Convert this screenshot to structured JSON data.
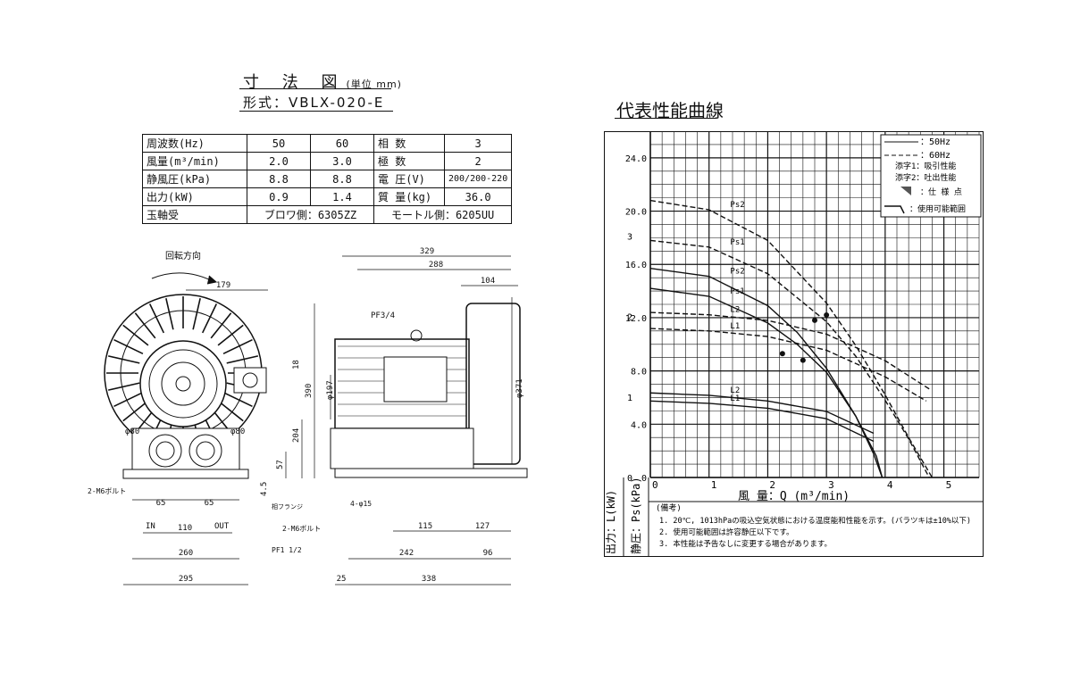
{
  "header": {
    "dim_title": "寸 法 図",
    "dim_unit": "(単位 mm)",
    "model": "形式：VBLX-020-E",
    "perf_title": "代表性能曲線"
  },
  "spec_table": {
    "rows": [
      [
        "周波数(Hz)",
        "50",
        "60",
        "相 数",
        "3"
      ],
      [
        "風量(m³/min)",
        "2.0",
        "3.0",
        "極 数",
        "2"
      ],
      [
        "静風圧(kPa)",
        "8.8",
        "8.8",
        "電 圧(V)",
        "200/200-220"
      ],
      [
        "出力(kW)",
        "0.9",
        "1.4",
        "質 量(kg)",
        "36.0"
      ]
    ],
    "bearing": {
      "label": "玉軸受",
      "blower": "ブロワ側：6305ZZ",
      "motor": "モートル側：6205UU"
    }
  },
  "drawing": {
    "rotation_label": "回転方向",
    "dims": {
      "d179": "179",
      "d329": "329",
      "d288": "288",
      "d104": "104",
      "d390": "390",
      "d204": "204",
      "d57": "57",
      "d18": "18",
      "d4_5": "4.5",
      "phi197": "φ197",
      "phi371": "φ371",
      "phi80a": "φ80",
      "phi80b": "φ80",
      "pf34": "PF3/4",
      "m6a": "2-M6ボルト",
      "m6b": "2-M6ボルト",
      "d65a": "65",
      "d65b": "65",
      "in": "IN",
      "d110": "110",
      "out": "OUT",
      "d260": "260",
      "d295": "295",
      "pf112": "PF1 1/2",
      "flange": "相フランジ",
      "holes": "4-φ15",
      "d115": "115",
      "d127": "127",
      "d242": "242",
      "d96": "96",
      "d25": "25",
      "d338": "338"
    }
  },
  "chart_data": {
    "type": "line",
    "xlabel": "風 量：Q (m³/min)",
    "ylabel_right": "静圧：Ps(kPa)",
    "ylabel_left": "出力：L(kW)",
    "x_ticks": [
      "0",
      "1",
      "2",
      "3",
      "4",
      "5"
    ],
    "ps_ticks": [
      "0",
      "4.0",
      "8.0",
      "12.0",
      "16.0",
      "20.0",
      "24.0"
    ],
    "l_ticks": [
      "0",
      "1",
      "2",
      "3"
    ],
    "xlim": [
      0,
      5.6
    ],
    "ps_ylim": [
      0,
      26
    ],
    "l_ylim": [
      0,
      4.3
    ],
    "legend": {
      "solid": "：50Hz",
      "dashed": "：60Hz",
      "sub1": "添字1：吸引性能",
      "sub2": "添字2：吐出性能",
      "spec_point": "：仕 様 点",
      "range": "：使用可能範囲"
    },
    "series": [
      {
        "name": "Ps1",
        "unit": "kPa",
        "x": [
          0,
          1,
          2,
          2.5,
          3,
          3.5,
          3.85,
          3.95
        ],
        "y": [
          14.2,
          13.6,
          11.6,
          10.0,
          7.9,
          4.6,
          1.6,
          0
        ]
      },
      {
        "name": "Ps2",
        "unit": "kPa",
        "x": [
          0,
          1,
          2,
          2.5,
          3,
          3.5,
          3.8,
          3.95
        ],
        "y": [
          15.7,
          15.1,
          12.9,
          10.9,
          8.2,
          4.6,
          1.8,
          0
        ]
      },
      {
        "name": "Ps1",
        "unit": "kPa",
        "x": [
          0,
          1,
          2,
          3,
          3.5,
          4,
          4.4,
          4.75
        ],
        "y": [
          17.8,
          17.3,
          15.3,
          11.7,
          9.1,
          5.8,
          2.9,
          0
        ]
      },
      {
        "name": "Ps2",
        "unit": "kPa",
        "x": [
          0,
          1,
          2,
          3,
          3.5,
          4,
          4.4,
          4.8
        ],
        "y": [
          20.8,
          20.1,
          17.8,
          13.1,
          9.9,
          6.2,
          3.0,
          0
        ]
      },
      {
        "name": "L1",
        "unit": "kW",
        "x": [
          0,
          1,
          2,
          3,
          3.8
        ],
        "y": [
          0.95,
          0.92,
          0.86,
          0.73,
          0.45
        ]
      },
      {
        "name": "L2",
        "unit": "kW",
        "x": [
          0,
          1,
          2,
          3,
          3.8
        ],
        "y": [
          1.05,
          1.02,
          0.95,
          0.82,
          0.55
        ]
      },
      {
        "name": "L1",
        "unit": "kW",
        "x": [
          0,
          1,
          2,
          3,
          4,
          4.7
        ],
        "y": [
          1.85,
          1.82,
          1.75,
          1.58,
          1.25,
          0.95
        ]
      },
      {
        "name": "L2",
        "unit": "kW",
        "x": [
          0,
          1,
          2,
          3,
          4,
          4.75
        ],
        "y": [
          2.05,
          2.02,
          1.95,
          1.78,
          1.45,
          1.1
        ]
      }
    ],
    "spec_points": [
      {
        "x": 2.25,
        "y": 9.3
      },
      {
        "x": 2.6,
        "y": 8.8
      },
      {
        "x": 2.8,
        "y": 11.8
      },
      {
        "x": 3.0,
        "y": 12.2
      }
    ],
    "notes_title": "(備考)",
    "notes": [
      "1. 20℃, 1013hPaの吸込空気状態における温度能和性能を示す。(バラツキは±10%以下)",
      "2. 使用可能範囲は許容静圧以下です。",
      "3. 本性能は予告なしに変更する場合があります。"
    ]
  }
}
